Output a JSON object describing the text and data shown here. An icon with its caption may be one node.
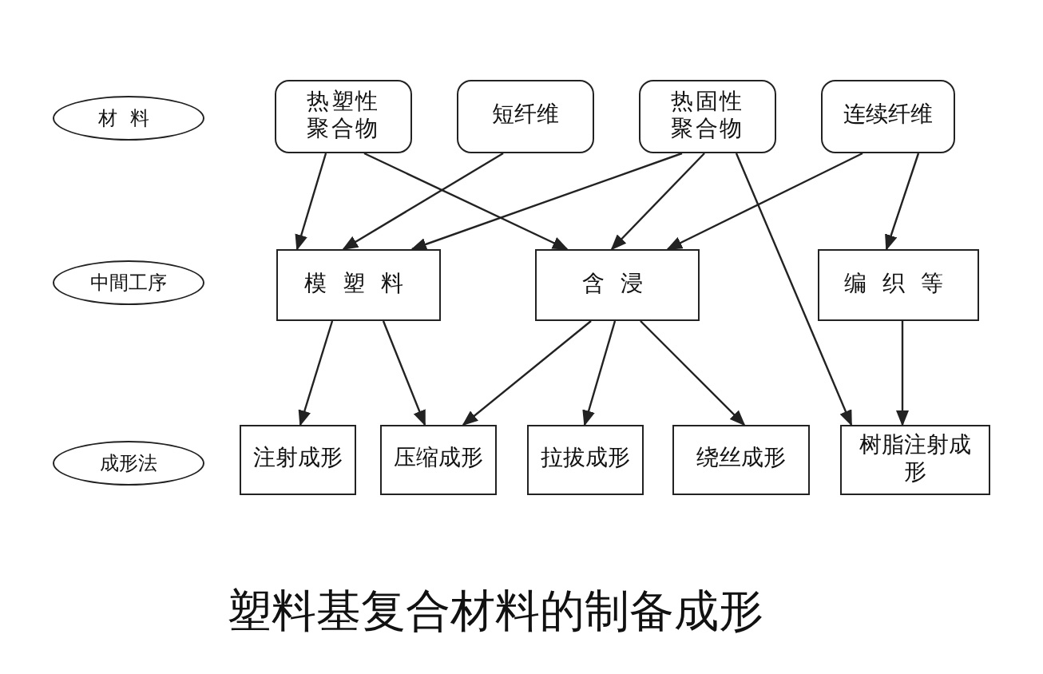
{
  "diagram": {
    "title": "塑料基复合材料的制备成形",
    "nodes": [
      {
        "text": [
          "材料"
        ]
      },
      {
        "text": [
          "热塑性聚合物"
        ]
      },
      {
        "text": [
          "短纤维"
        ]
      },
      {
        "text": [
          "热固性聚合物"
        ]
      },
      {
        "text": [
          "连续纤维"
        ]
      },
      {
        "text": [
          "中間工序"
        ]
      },
      {
        "text": [
          "模塑料"
        ]
      },
      {
        "text": [
          "含浸"
        ]
      },
      {
        "text": [
          "编织等"
        ]
      },
      {
        "text": [
          "成形法"
        ]
      },
      {
        "text": [
          "注射成形"
        ]
      },
      {
        "text": [
          "压缩成形"
        ]
      },
      {
        "text": [
          "拉拔成形"
        ]
      },
      {
        "text": [
          "绕丝成形"
        ]
      },
      {
        "text": [
          "树脂注射成形"
        ]
      }
    ],
    "edges": [
      {
        "from": 1,
        "to": 6,
        "arrow": "to"
      },
      {
        "from": 1,
        "to": 7,
        "arrow": "to"
      },
      {
        "from": 2,
        "to": 6,
        "arrow": "to"
      },
      {
        "from": 3,
        "to": 6,
        "arrow": "to"
      },
      {
        "from": 3,
        "to": 7,
        "arrow": "to"
      },
      {
        "from": 3,
        "to": 14,
        "arrow": "to"
      },
      {
        "from": 4,
        "to": 7,
        "arrow": "to"
      },
      {
        "from": 4,
        "to": 8,
        "arrow": "to"
      },
      {
        "from": 6,
        "to": 10,
        "arrow": "to"
      },
      {
        "from": 6,
        "to": 11,
        "arrow": "to"
      },
      {
        "from": 7,
        "to": 11,
        "arrow": "to"
      },
      {
        "from": 7,
        "to": 12,
        "arrow": "to"
      },
      {
        "from": 7,
        "to": 13,
        "arrow": "to"
      },
      {
        "from": 8,
        "to": 14,
        "arrow": "to"
      }
    ]
  }
}
